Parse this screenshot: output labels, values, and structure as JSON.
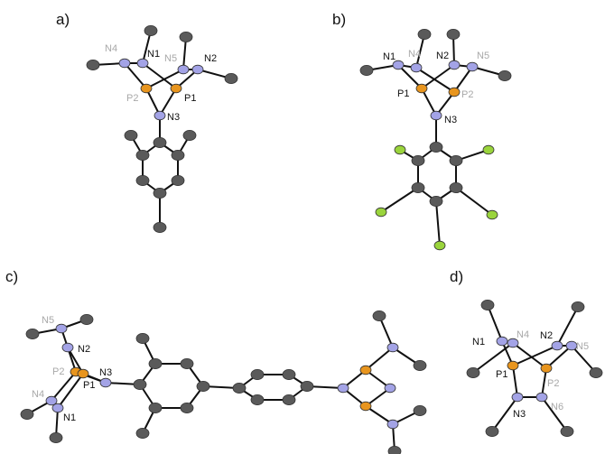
{
  "colors": {
    "carbon": "#5a5a5a",
    "nitrogen": "#a3a3e6",
    "phosphorus": "#e8951e",
    "fluorine": "#9ad43c",
    "label_dark": "#111111",
    "label_gray": "#a8a8a8"
  },
  "panels": [
    {
      "label": "a)",
      "atoms": [
        "N4",
        "N1",
        "N5",
        "N2",
        "P2",
        "P1",
        "N3"
      ]
    },
    {
      "label": "b)",
      "atoms": [
        "N1",
        "N4",
        "N2",
        "N5",
        "P1",
        "P2",
        "N3"
      ]
    },
    {
      "label": "c)",
      "atoms": [
        "N5",
        "N2",
        "P2",
        "N3",
        "P1",
        "N4",
        "N1"
      ]
    },
    {
      "label": "d)",
      "atoms": [
        "N1",
        "N4",
        "N2",
        "N5",
        "P1",
        "P2",
        "N3",
        "N6"
      ]
    }
  ]
}
